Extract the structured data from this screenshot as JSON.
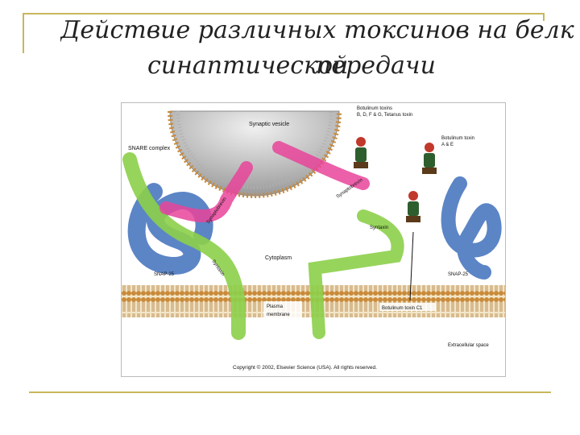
{
  "slide": {
    "title_line1": "Действие различных токсинов на белк",
    "title_line2_a": "синаптической",
    "title_line2_b": "передачи",
    "accent_color": "#c9b65a"
  },
  "diagram": {
    "labels": {
      "synaptic_vesicle": "Synaptic vesicle",
      "snare_complex": "SNARE complex",
      "botulinum_bdfg_1": "Botulinum toxins",
      "botulinum_bdfg_2": "B, D, F & G, Tetanus toxin",
      "botulinum_ae_1": "Botulinum toxin",
      "botulinum_ae_2": "A & E",
      "synaptobrevin_left": "Synaptobrevin",
      "synaptobrevin_right": "Synaptobrevin",
      "syntaxin_left": "Syntaxin",
      "syntaxin_right": "Syntaxin",
      "cytoplasm": "Cytoplasm",
      "snap25_left": "SNAP-25",
      "snap25_right": "SNAP-25",
      "plasma_membrane_1": "Plasma",
      "plasma_membrane_2": "membrane",
      "botulinum_c1": "Botulinum toxin C1",
      "extracellular": "Extracellular space",
      "copyright": "Copyright © 2002, Elsevier Science (USA). All rights reserved."
    },
    "colors": {
      "snap25": "#4a78c0",
      "syntaxin": "#8ccf4a",
      "synaptobrevin": "#e8449a",
      "membrane": "#c9a060",
      "vesicle": "#a8a8a8"
    }
  }
}
